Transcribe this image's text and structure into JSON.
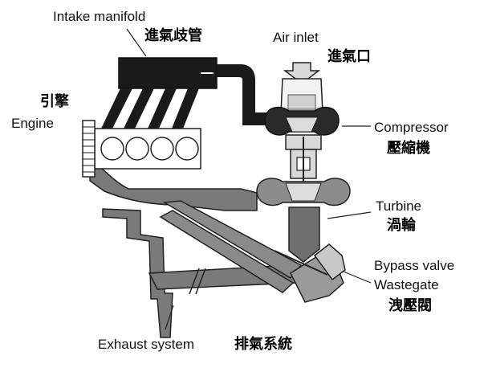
{
  "labels": {
    "intake_manifold": "Intake manifold",
    "intake_manifold_zh": "進氣歧管",
    "air_inlet": "Air inlet",
    "air_inlet_zh": "進氣口",
    "engine_zh": "引擎",
    "engine": "Engine",
    "compressor": "Compressor",
    "compressor_zh": "壓縮機",
    "turbine": "Turbine",
    "turbine_zh": "渦輪",
    "bypass_valve": "Bypass valve",
    "wastegate": "Wastegate",
    "wastegate_zh": "洩壓閥",
    "exhaust_system": "Exhaust system",
    "exhaust_system_zh": "排氣系統"
  },
  "colors": {
    "intake_dark": "#1a1a1a",
    "exhaust_gray": "#707070",
    "housing_light": "#d9d9d9",
    "outline": "#222222"
  }
}
